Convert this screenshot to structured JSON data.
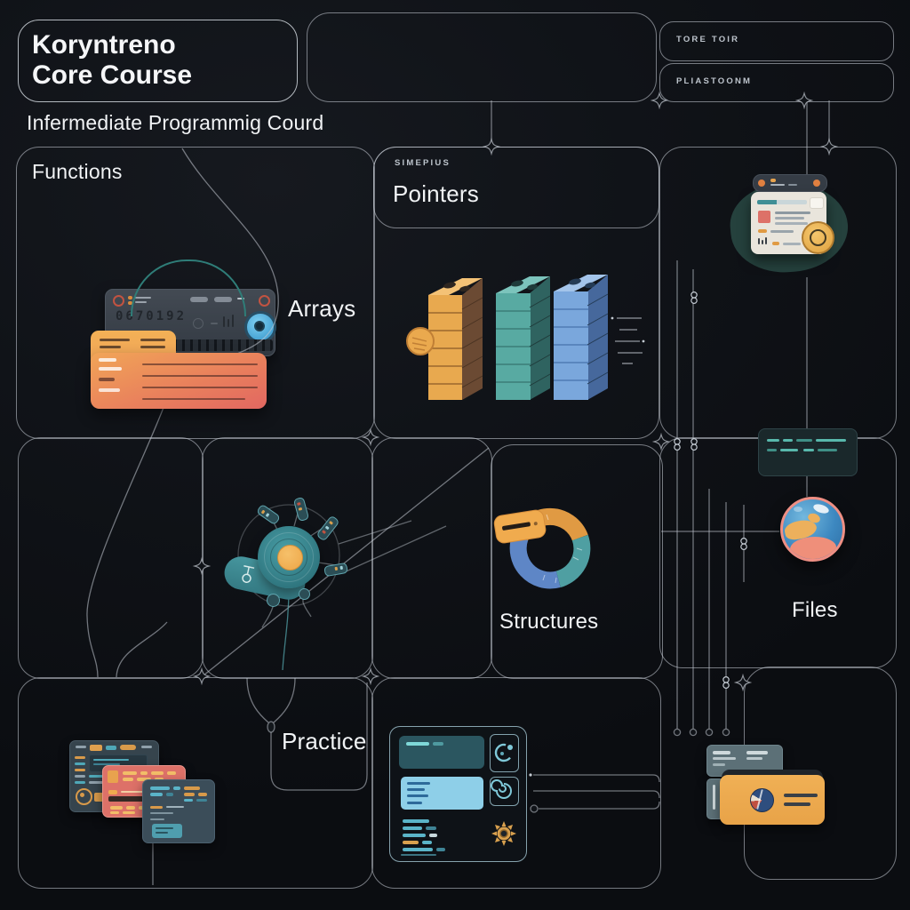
{
  "header": {
    "title_line1": "Koryntreno",
    "title_line2": "Core Course",
    "subtitle": "Infermediate Programmig Courd"
  },
  "top_right": {
    "box1_label": "TORE TOIR",
    "box2_label": "PLIASTOONM"
  },
  "sections": {
    "functions": {
      "label": "Functions"
    },
    "arrays": {
      "label": "Arrays"
    },
    "pointers": {
      "eyebrow": "SIMEPIUS",
      "label": "Pointers"
    },
    "structures": {
      "label": "Structures"
    },
    "files": {
      "label": "Files"
    },
    "practice": {
      "label": "Practice"
    }
  },
  "illustrations": {
    "device_digits": "0670192"
  },
  "colors": {
    "accent_orange": "#e9a94e",
    "accent_salmon": "#e06a62",
    "accent_teal": "#4f9ea0",
    "accent_blue": "#7aa7dc",
    "line": "#c6cdd5"
  }
}
